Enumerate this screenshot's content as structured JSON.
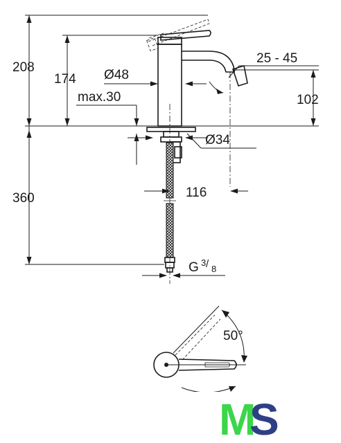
{
  "drawing": {
    "dimensions": {
      "height_total": "208",
      "height_spout": "174",
      "diameter_body": "Ø48",
      "max_thickness": "max.30",
      "aerator_angle": "25 - 45",
      "height_outlet": "102",
      "hole_diameter": "Ø34",
      "hose_length": "360",
      "projection": "116",
      "connection_base": "G",
      "connection_frac_num": "3",
      "connection_frac_den": "8",
      "lever_angle": "50°"
    }
  },
  "logo": {
    "text_m": "M",
    "text_s": "S",
    "color_m": "#3bd64a",
    "color_s": "#2f3f86"
  }
}
